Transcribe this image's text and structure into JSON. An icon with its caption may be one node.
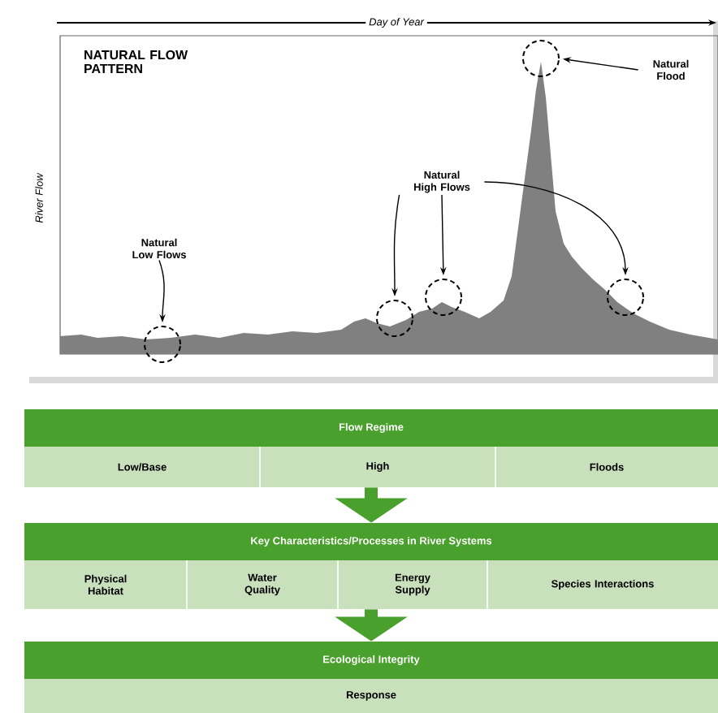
{
  "diagram": {
    "nodes": [
      {
        "text": [
          "Natural Low Flows"
        ]
      },
      {
        "text": [
          "Natural High Flows"
        ]
      },
      {
        "text": [
          "Natural Flood"
        ]
      },
      {
        "text": [],
        "shape": "circle"
      },
      {
        "text": [],
        "shape": "circle"
      },
      {
        "text": [],
        "shape": "circle"
      },
      {
        "text": [],
        "shape": "circle"
      },
      {
        "text": [],
        "shape": "circle"
      },
      {
        "text": [
          "Flow Regime"
        ]
      },
      {
        "text": [
          "Low/Base"
        ],
        "in": 8
      },
      {
        "text": [
          "High"
        ],
        "in": 8
      },
      {
        "text": [
          "Floods"
        ],
        "in": 8
      },
      {
        "text": [
          "Key Characteristics/Processes in River Systems"
        ]
      },
      {
        "text": [
          "Physical Habitat"
        ],
        "in": 12
      },
      {
        "text": [
          "Water Quality"
        ],
        "in": 12
      },
      {
        "text": [
          "Energy Supply"
        ],
        "in": 12
      },
      {
        "text": [
          "Species Interactions"
        ],
        "in": 12
      },
      {
        "text": [
          "Ecological Integrity"
        ]
      },
      {
        "text": [
          "Response"
        ],
        "in": 17
      }
    ],
    "edges": [
      {
        "from": 0,
        "to": 3,
        "arrow": "to"
      },
      {
        "from": 1,
        "to": 4,
        "arrow": "to"
      },
      {
        "from": 1,
        "to": 5,
        "arrow": "to"
      },
      {
        "from": 1,
        "to": 7,
        "arrow": "to"
      },
      {
        "from": 2,
        "to": 6,
        "arrow": "to"
      },
      {
        "from": 8,
        "to": 12,
        "arrow": "to",
        "style": "thick",
        "color": "#4aa02c"
      },
      {
        "from": 12,
        "to": 17,
        "arrow": "to",
        "style": "thick",
        "color": "#4aa02c"
      }
    ],
    "labels": [
      "Day of Year",
      "NATURAL FLOW PATTERN",
      "River Flow"
    ]
  }
}
